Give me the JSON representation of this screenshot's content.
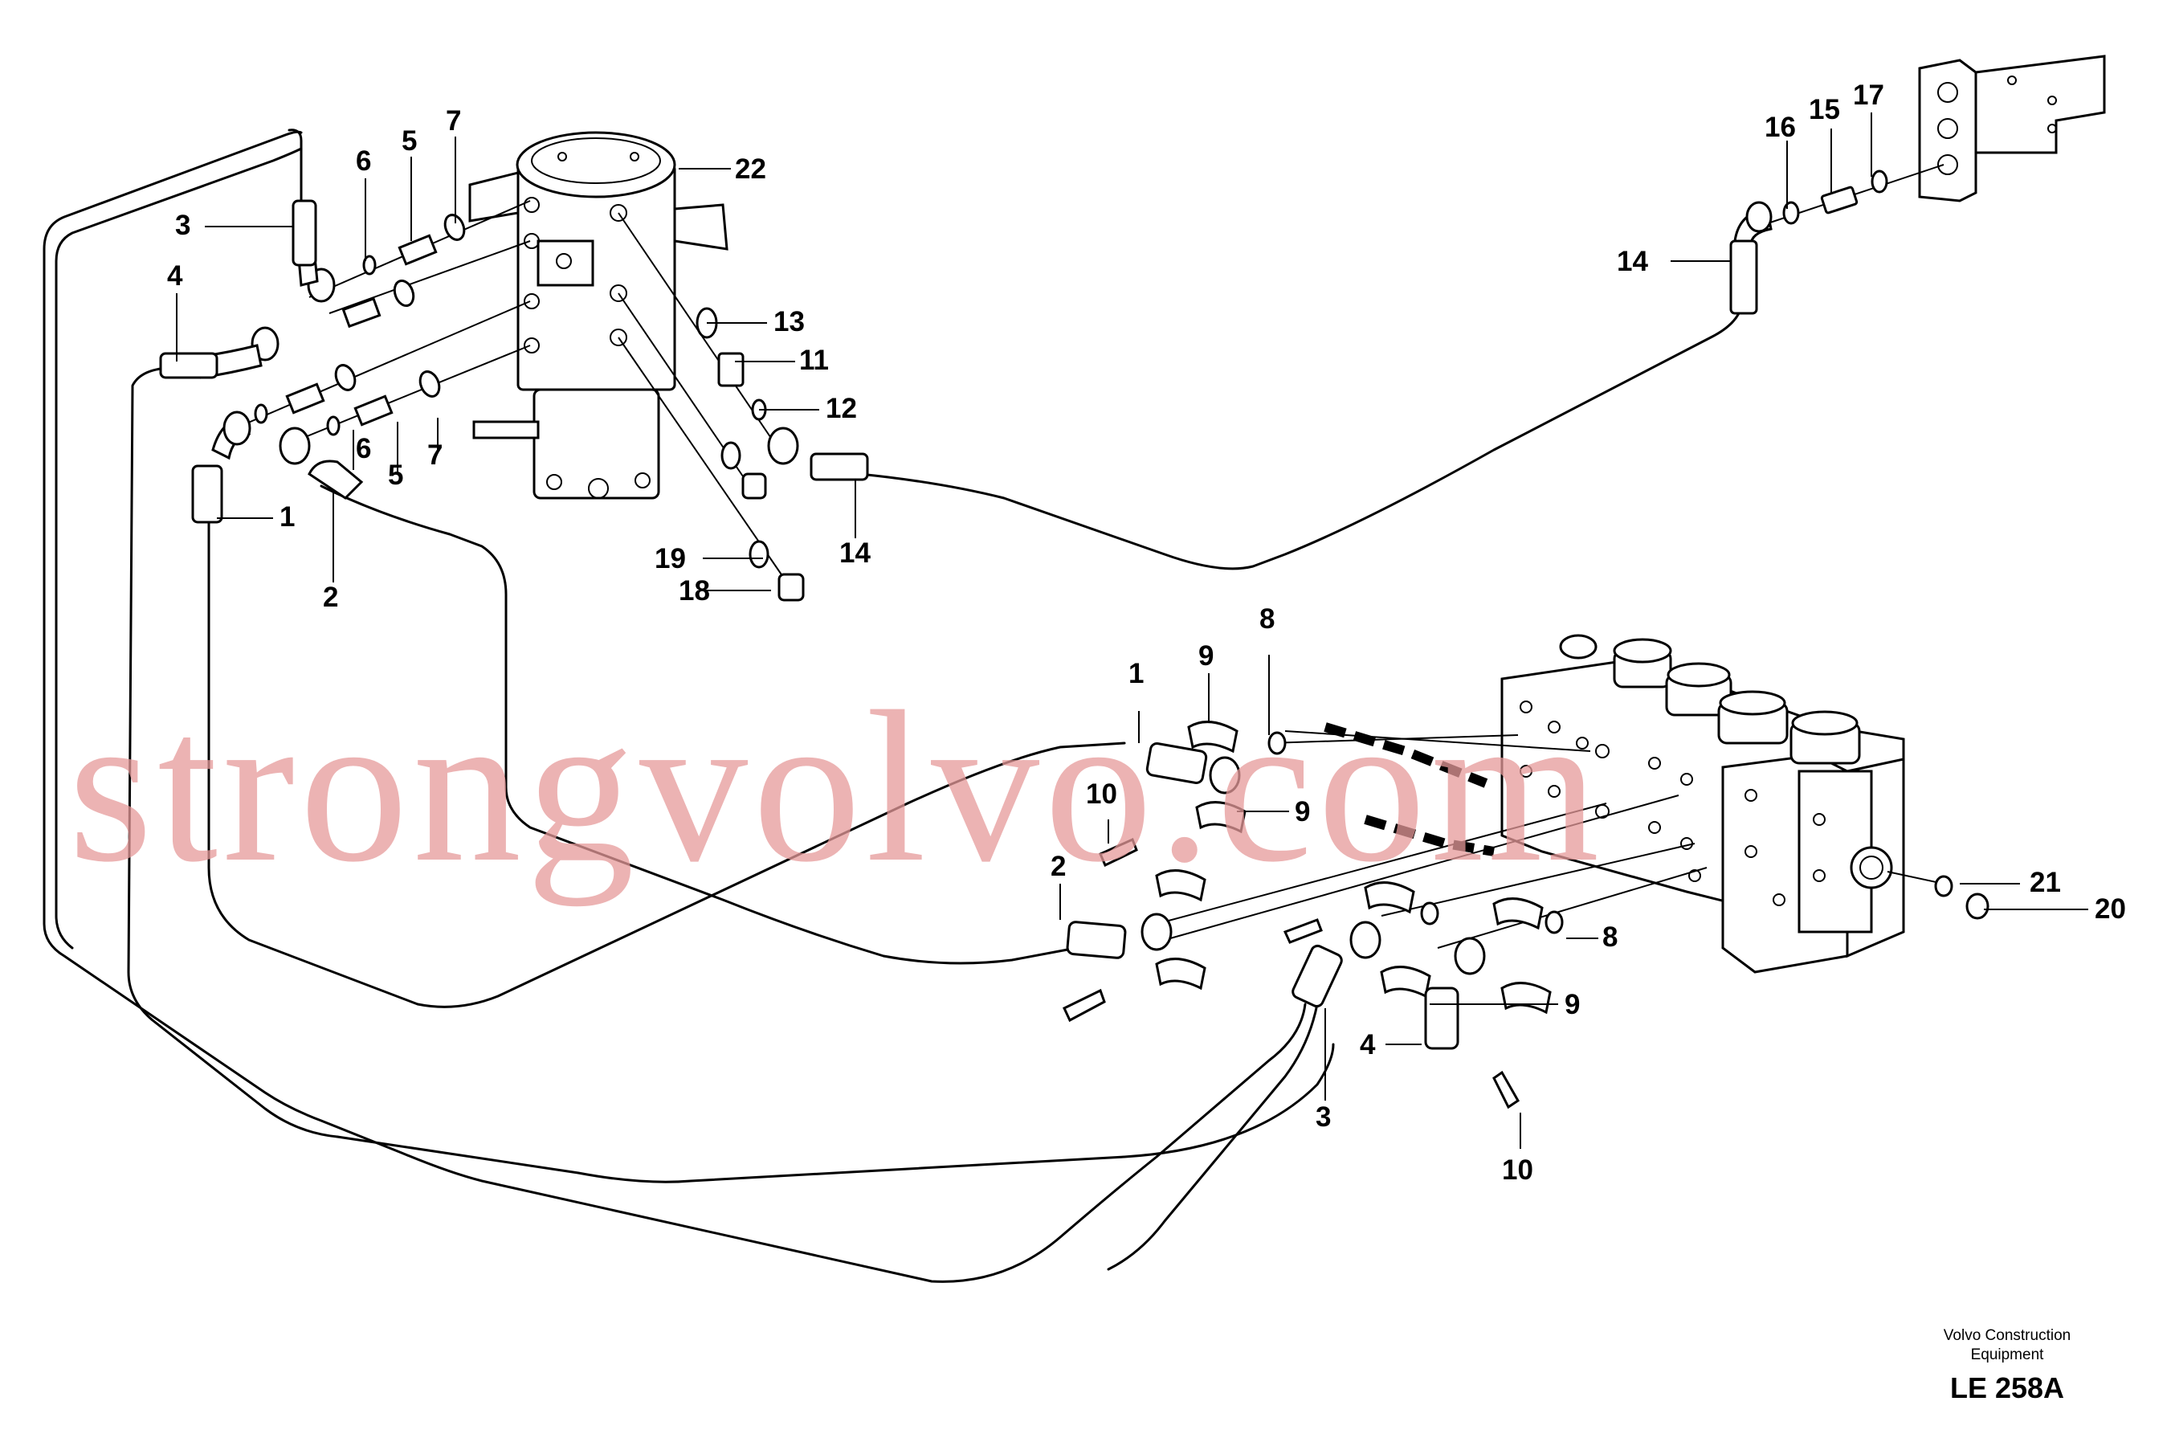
{
  "diagram": {
    "watermark": "strongvolvo.com",
    "callouts": [
      {
        "id": "c-3-top",
        "text": "3"
      },
      {
        "id": "c-6-top",
        "text": "6"
      },
      {
        "id": "c-5-top",
        "text": "5"
      },
      {
        "id": "c-7-top",
        "text": "7"
      },
      {
        "id": "c-22",
        "text": "22"
      },
      {
        "id": "c-4-left",
        "text": "4"
      },
      {
        "id": "c-13",
        "text": "13"
      },
      {
        "id": "c-11",
        "text": "11"
      },
      {
        "id": "c-12",
        "text": "12"
      },
      {
        "id": "c-6-mid",
        "text": "6"
      },
      {
        "id": "c-5-mid",
        "text": "5"
      },
      {
        "id": "c-7-mid",
        "text": "7"
      },
      {
        "id": "c-1-left",
        "text": "1"
      },
      {
        "id": "c-2-left",
        "text": "2"
      },
      {
        "id": "c-14-mid",
        "text": "14"
      },
      {
        "id": "c-19",
        "text": "19"
      },
      {
        "id": "c-18",
        "text": "18"
      },
      {
        "id": "c-16",
        "text": "16"
      },
      {
        "id": "c-15",
        "text": "15"
      },
      {
        "id": "c-17",
        "text": "17"
      },
      {
        "id": "c-14-right",
        "text": "14"
      },
      {
        "id": "c-9-top",
        "text": "9"
      },
      {
        "id": "c-8-top",
        "text": "8"
      },
      {
        "id": "c-1-mid",
        "text": "1"
      },
      {
        "id": "c-10-top",
        "text": "10"
      },
      {
        "id": "c-9-mid",
        "text": "9"
      },
      {
        "id": "c-2-mid",
        "text": "2"
      },
      {
        "id": "c-21",
        "text": "21"
      },
      {
        "id": "c-20",
        "text": "20"
      },
      {
        "id": "c-8-right",
        "text": "8"
      },
      {
        "id": "c-9-right",
        "text": "9"
      },
      {
        "id": "c-4-bottom",
        "text": "4"
      },
      {
        "id": "c-3-bottom",
        "text": "3"
      },
      {
        "id": "c-10-bottom",
        "text": "10"
      }
    ],
    "footer": {
      "line1": "Volvo Construction",
      "line2": "Equipment",
      "code": "LE 258A"
    }
  }
}
